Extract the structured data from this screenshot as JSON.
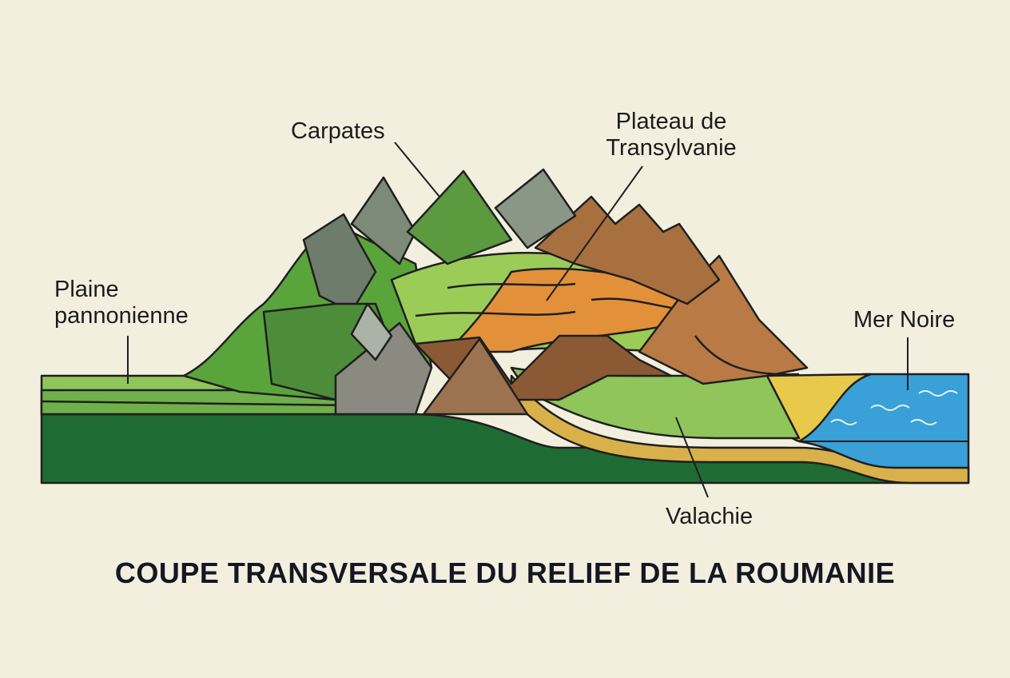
{
  "title": "COUPE TRANSVERSALE DU RELIEF DE LA ROUMANIE",
  "labels": {
    "carpates": "Carpates",
    "plateau_line1": "Plateau de",
    "plateau_line2": "Transylvanie",
    "plaine_line1": "Plaine",
    "plaine_line2": "pannonienne",
    "mer_noire": "Mer Noire",
    "valachie": "Valachie"
  },
  "colors": {
    "background": "#f3efdf",
    "deep_green": "#1f6b34",
    "grass_green": "#7bbf4a",
    "light_green": "#a9d36a",
    "rock_grey": "#7d8a78",
    "rock_brown": "#9a6a45",
    "orange_plateau": "#e3903a",
    "sand_yellow": "#e8c94a",
    "sea_blue": "#3aa0d8",
    "outline": "#1f1f1f"
  }
}
